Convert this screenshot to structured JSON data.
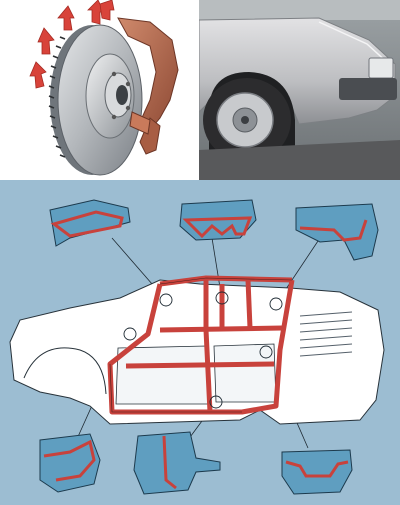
{
  "illustration": {
    "panels": [
      "brake-disc-illustration",
      "car-wheel-photo",
      "body-structure-cutaway"
    ],
    "colors": {
      "disc_metal": "#b8bcc0",
      "caliper": "#b56a4e",
      "heat_arrows": "#d8433a",
      "car_paint": "#c9c9cb",
      "tyre": "#2c2c2e",
      "background_blue": "#9cbdd2",
      "section_blue": "#5f9ec0",
      "frame_red": "#c8423c"
    },
    "icons": [
      "heat-arrow-icon"
    ],
    "cross_section_count": 6
  }
}
